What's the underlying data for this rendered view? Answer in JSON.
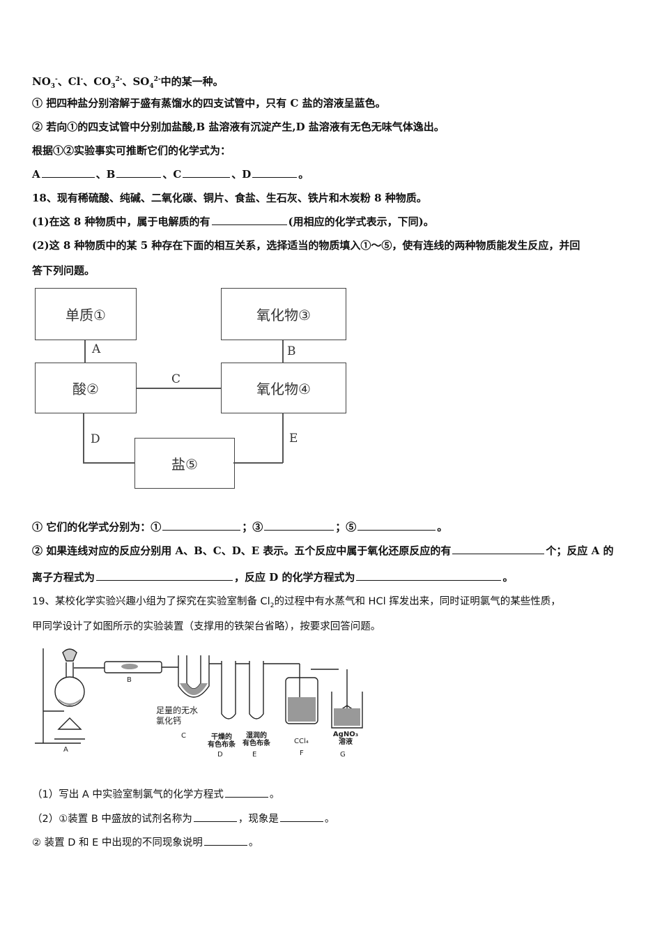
{
  "intro": {
    "ions_line": {
      "no3": "NO",
      "no3_sub": "3",
      "no3_sup": "-",
      "sep1": "、Cl",
      "cl_sup": "-",
      "sep2": "、CO",
      "co3_sub": "3",
      "co3_sup": "2-",
      "sep3": "、SO",
      "so4_sub": "4",
      "so4_sup": "2-",
      "tail": "中的某一种。"
    },
    "step1": "① 把四种盐分别溶解于盛有蒸馏水的四支试管中，只有 C 盐的溶液呈蓝色。",
    "step2": "② 若向①的四支试管中分别加盐酸,B 盐溶液有沉淀产生,D 盐溶液有无色无味气体逸出。",
    "infer": "根据①②实验事实可推断它们的化学式为：",
    "answers": {
      "a": "A",
      "sep_b": "、B",
      "sep_c": "、C",
      "sep_d": "、D",
      "end": "。"
    }
  },
  "q18": {
    "stem": "18、现有稀硫酸、纯碱、二氧化碳、铜片、食盐、生石灰、铁片和木炭粉 8 种物质。",
    "p1_a": "(1)在这 8 种物质中，属于电解质的有",
    "p1_b": "(用相应的化学式表示，下同)。",
    "p2_a": "(2)这 8 种物质中的某 5 种存在下面的相互关系，选择适当的物质填入①～⑤，使有连线的两种物质能发生反应，并回",
    "p2_b": "答下列问题。",
    "diagram": {
      "box1": "单质①",
      "box2": "酸②",
      "box3": "氧化物③",
      "box4": "氧化物④",
      "box5": "盐⑤",
      "label_a": "A",
      "label_b": "B",
      "label_c": "C",
      "label_d": "D",
      "label_e": "E"
    },
    "s1_a": "① 它们的化学式分别为：①",
    "s1_b": "；③",
    "s1_c": "；⑤",
    "s1_d": "。",
    "s2_a": "② 如果连线对应的反应分别用 A、B、C、D、E 表示。五个反应中属于氧化还原反应的有",
    "s2_b": "个；反应 A 的",
    "s3_a": "离子方程式为",
    "s3_b": "，反应 D 的化学方程式为",
    "s3_c": "。"
  },
  "q19": {
    "stem_a": "19、某校化学实验兴趣小组为了探究在实验室制备 Cl",
    "stem_sub": "2",
    "stem_b": "的过程中有水蒸气和 HCl 挥发出来，同时证明氯气的某些性质，",
    "stem2": "甲同学设计了如图所示的实验装置（支撑用的铁架台省略），按要求回答问题。",
    "apparatus": {
      "A": "A",
      "B": "B",
      "C": "C",
      "D": "D",
      "E": "E",
      "F": "F",
      "G": "G",
      "c_desc1": "足量的无水",
      "c_desc2": "氯化钙",
      "d_desc1": "干燥的",
      "d_desc2": "有色布条",
      "e_desc1": "湿润的",
      "e_desc2": "有色布条",
      "f_desc": "CCl₄",
      "g_desc1": "AgNO₃",
      "g_desc2": "溶液"
    },
    "p1_a": "（1）写出 A 中实验室制氯气的化学方程式",
    "p1_b": "。",
    "p2_a": "（2）①装置 B 中盛放的试剂名称为",
    "p2_b": "，现象是",
    "p2_c": "。",
    "p3_a": "② 装置 D 和 E 中出现的不同现象说明",
    "p3_b": "。"
  }
}
